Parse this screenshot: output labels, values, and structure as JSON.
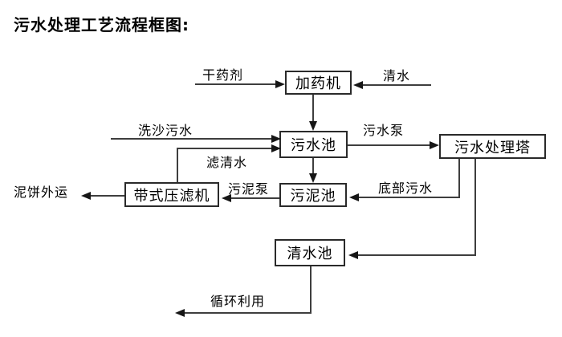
{
  "title": "污水处理工艺流程框图:",
  "palette": {
    "background": "#ffffff",
    "line": "#3e3e3e",
    "ink": "#000000"
  },
  "diagram": {
    "nodes": {
      "dosing_machine": "加药机",
      "sewage_pool": "污水池",
      "treatment_tower": "污水处理塔",
      "sludge_pool": "污泥池",
      "belt_filter_press": "带式压滤机",
      "clean_water_pool": "清水池"
    },
    "labels": {
      "dry_chemical": "干药剂",
      "clean_water": "清水",
      "sand_washing_sewage": "洗沙污水",
      "filtered_water": "滤清水",
      "sewage_pump": "污水泵",
      "bottom_sewage": "底部污水",
      "sludge_pump": "污泥泵",
      "mud_cake_out": "泥饼外运",
      "recycle": "循环利用"
    }
  }
}
